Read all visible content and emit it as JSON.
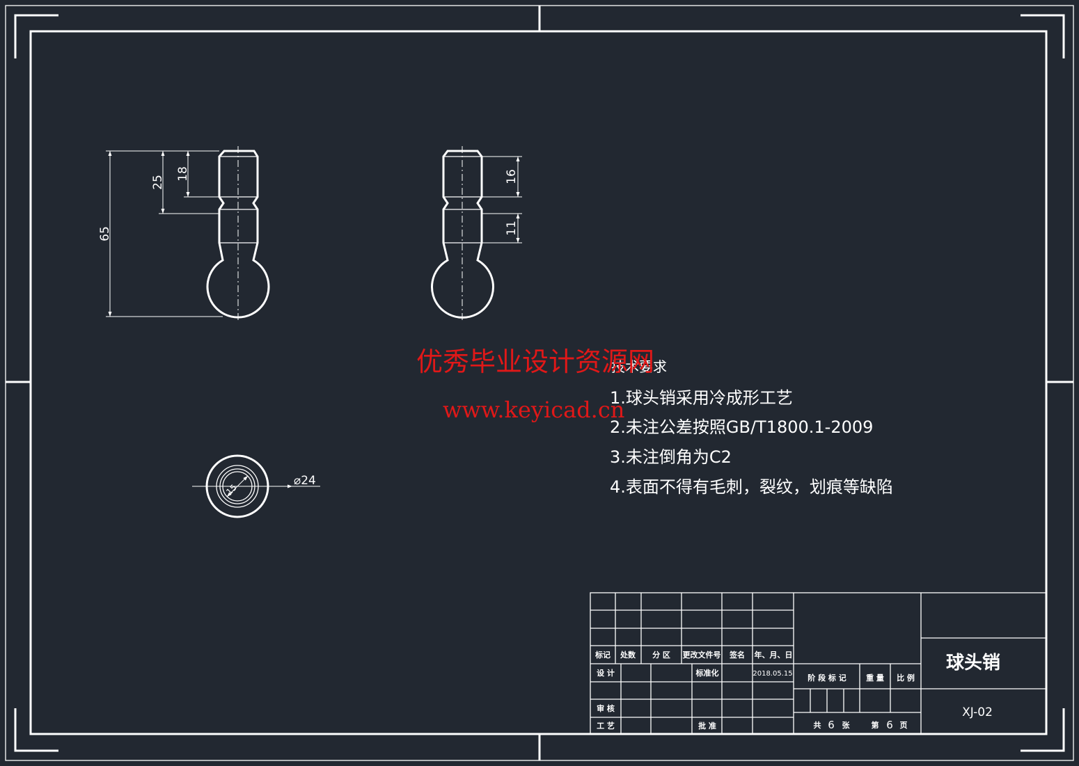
{
  "drawing": {
    "dimensions": {
      "total_height": "65",
      "upper_length": "25",
      "top_length": "18",
      "right_top_length": "16",
      "right_mid_length": "11",
      "ball_diameter": "⌀24",
      "inner_size": "15"
    },
    "technical_requirements": {
      "title": "技术要求",
      "items": [
        "1.球头销采用冷成形工艺",
        "2.未注公差按照GB/T1800.1-2009",
        "3.未注倒角为C2",
        "4.表面不得有毛刺，裂纹，划痕等缺陷"
      ]
    },
    "watermark": {
      "line1": "优秀毕业设计资源网",
      "line2": "www.keyicad.cn"
    }
  },
  "title_block": {
    "labels": {
      "mark": "标记",
      "count": "处数",
      "zone": "分 区",
      "change_doc": "更改文件号",
      "signature": "签名",
      "date": "年、月、日",
      "design": "设 计",
      "standardize": "标准化",
      "review": "审 核",
      "process": "工 艺",
      "approve": "批 准",
      "stage_mark": "阶 段 标 记",
      "weight": "重 量",
      "scale": "比 例",
      "total_prefix": "共",
      "total_suffix": "张",
      "page_prefix": "第",
      "page_suffix": "页"
    },
    "date_value": "2018.05.15",
    "total_sheets": "6",
    "sheet_no": "6",
    "part_name": "球头销",
    "drawing_no": "XJ-02"
  },
  "colors": {
    "background": "#222831",
    "line": "#ffffff",
    "watermark": "#e01818"
  }
}
